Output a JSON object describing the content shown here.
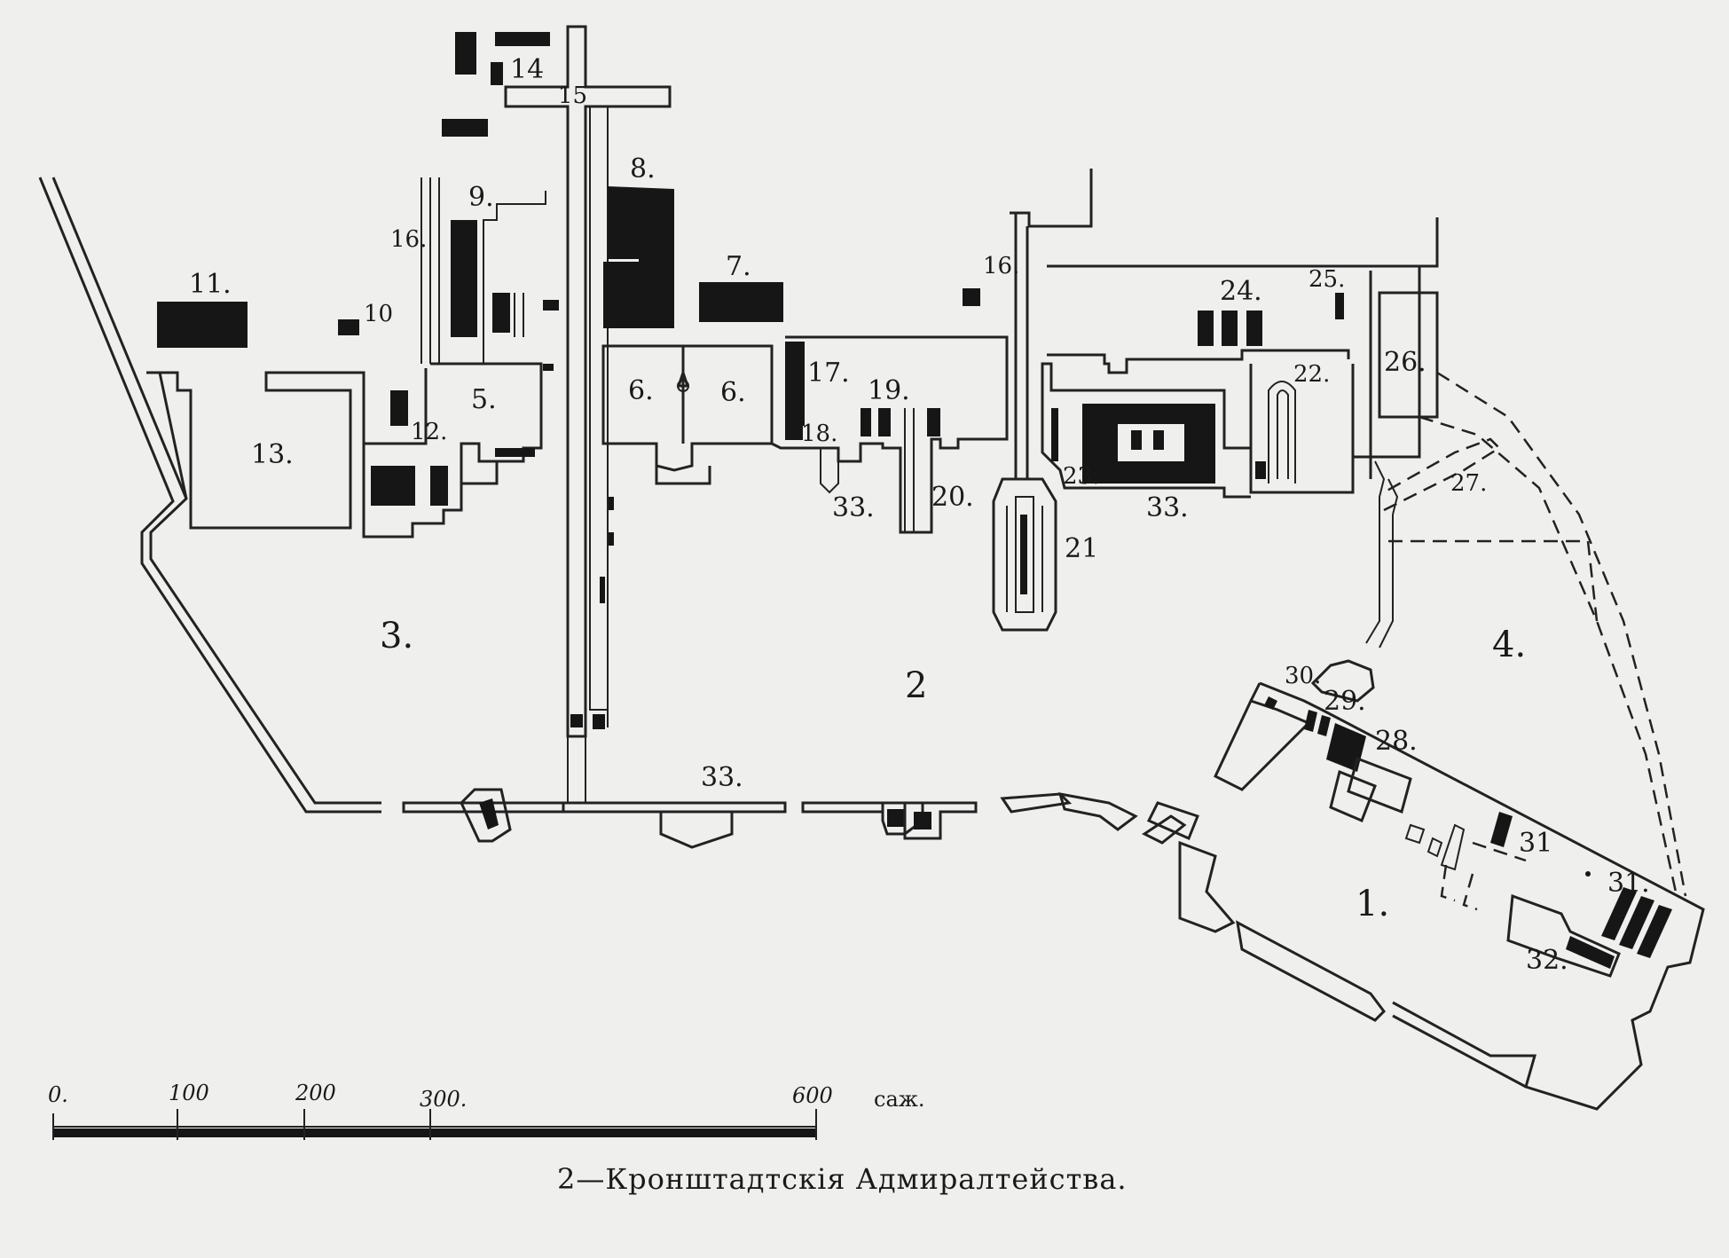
{
  "map": {
    "labels": {
      "l1": "1.",
      "l2": "2",
      "l3": "3.",
      "l4": "4.",
      "l5": "5.",
      "l6a": "6.",
      "l6b": "6.",
      "l7": "7.",
      "l8": "8.",
      "l9": "9.",
      "l10": "10",
      "l11": "11.",
      "l12": "12.",
      "l13": "13.",
      "l14": "14",
      "l15": "15",
      "l16a": "16.",
      "l16b": "16.",
      "l17": "17.",
      "l18": "18.",
      "l19": "19.",
      "l20": "20.",
      "l21": "21",
      "l22": "22.",
      "l23": "23.",
      "l24": "24.",
      "l25": "25.",
      "l26": "26.",
      "l27": "27.",
      "l28": "28.",
      "l29": "29.",
      "l30": "30.",
      "l31a": "31",
      "l31b": "31.",
      "l32": "32.",
      "l33a": "33.",
      "l33b": "33.",
      "l33c": "33."
    },
    "scale": {
      "ticks": [
        "0.",
        "100",
        "200",
        "300.",
        "600"
      ],
      "unit": "саж."
    },
    "caption": "2—Кронштадтскія Адмиралтейства."
  }
}
